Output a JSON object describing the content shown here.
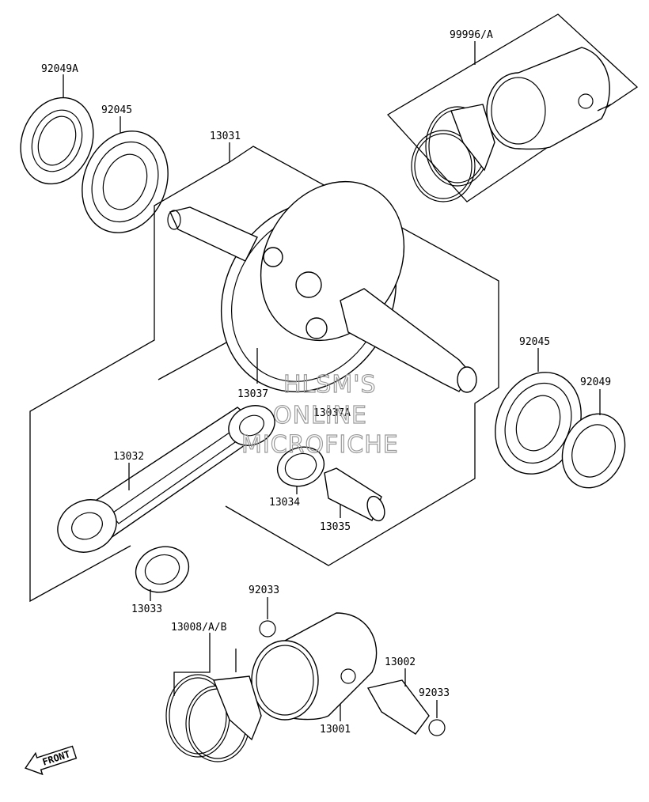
{
  "labels": {
    "p99996A": "99996/A",
    "p92049A": "92049A",
    "p92045_top": "92045",
    "p13031": "13031",
    "p92045_right": "92045",
    "p92049": "92049",
    "p13037": "13037",
    "p13037A": "13037A",
    "p13032": "13032",
    "p13034": "13034",
    "p13035": "13035",
    "p13033": "13033",
    "p92033_top": "92033",
    "p13008": "13008/A/B",
    "p13002": "13002",
    "p92033_right": "92033",
    "p13001": "13001"
  },
  "watermark": {
    "line1": "HLSM'S",
    "line2": "ONLINE",
    "line3": "MICROFICHE"
  },
  "front_arrow": "FRONT"
}
